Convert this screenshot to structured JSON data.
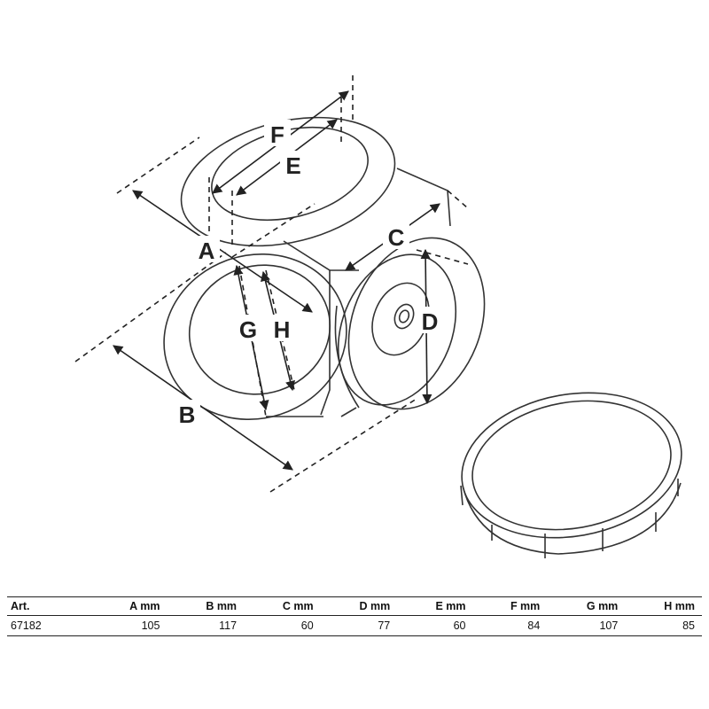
{
  "labels": {
    "a": "A",
    "b": "B",
    "c": "C",
    "d": "D",
    "e": "E",
    "f": "F",
    "g": "G",
    "h": "H"
  },
  "table": {
    "headers": [
      "Art.",
      "A  mm",
      "B  mm",
      "C  mm",
      "D  mm",
      "E  mm",
      "F  mm",
      "G  mm",
      "H  mm"
    ],
    "rows": [
      [
        "67182",
        "105",
        "117",
        "60",
        "77",
        "60",
        "84",
        "107",
        "85"
      ]
    ]
  }
}
